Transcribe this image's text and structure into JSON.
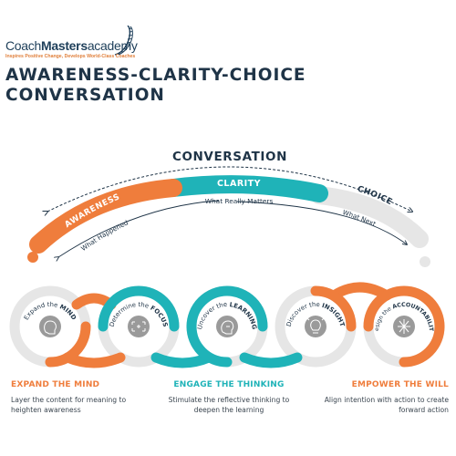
{
  "logo": {
    "name_part1": "Coach",
    "name_part2": "Masters",
    "name_part3": "academy",
    "tagline": "Inspires Positive Change, Develops World-Class Coaches"
  },
  "title": {
    "line1": "AWARENESS-CLARITY-CHOICE",
    "line2": "CONVERSATION"
  },
  "arc": {
    "heading": "CONVERSATION",
    "segments": [
      {
        "label": "AWARENESS",
        "sublabel": "What Happened",
        "color": "#ef7d3c"
      },
      {
        "label": "CLARITY",
        "sublabel": "What Really Matters",
        "color": "#1fb3b8"
      },
      {
        "label": "CHOICE",
        "sublabel": "What Next",
        "color": "#e6e6e6"
      }
    ]
  },
  "steps": [
    {
      "pre": "Expand the ",
      "key": "MIND",
      "icon": "brain-icon",
      "ring": "#e6e6e6"
    },
    {
      "pre": "Determine the ",
      "key": "FOCUS",
      "icon": "focus-frame-icon",
      "ring": "#1fb3b8"
    },
    {
      "pre": "Uncover the ",
      "key": "LEARNING",
      "icon": "lightbulb-head-icon",
      "ring": "#1fb3b8"
    },
    {
      "pre": "Discover the ",
      "key": "INSIGHT",
      "icon": "bulb-icon",
      "ring": "#e6e6e6"
    },
    {
      "pre": "Design the ",
      "key": "ACCOUNTABILITY",
      "icon": "network-icon",
      "ring": "#ef7d3c"
    }
  ],
  "columns": [
    {
      "heading": "EXPAND THE MIND",
      "color": "#ef7d3c",
      "text": "Layer the content for meaning to heighten awareness"
    },
    {
      "heading": "ENGAGE THE THINKING",
      "color": "#1fb3b8",
      "text": "Stimulate the reflective thinking to deepen the learning"
    },
    {
      "heading": "EMPOWER THE WILL",
      "color": "#ef7d3c",
      "text": "Align intention with action to create forward action"
    }
  ],
  "colors": {
    "orange": "#ef7d3c",
    "teal": "#1fb3b8",
    "grey": "#e6e6e6",
    "dark": "#1f3447"
  }
}
